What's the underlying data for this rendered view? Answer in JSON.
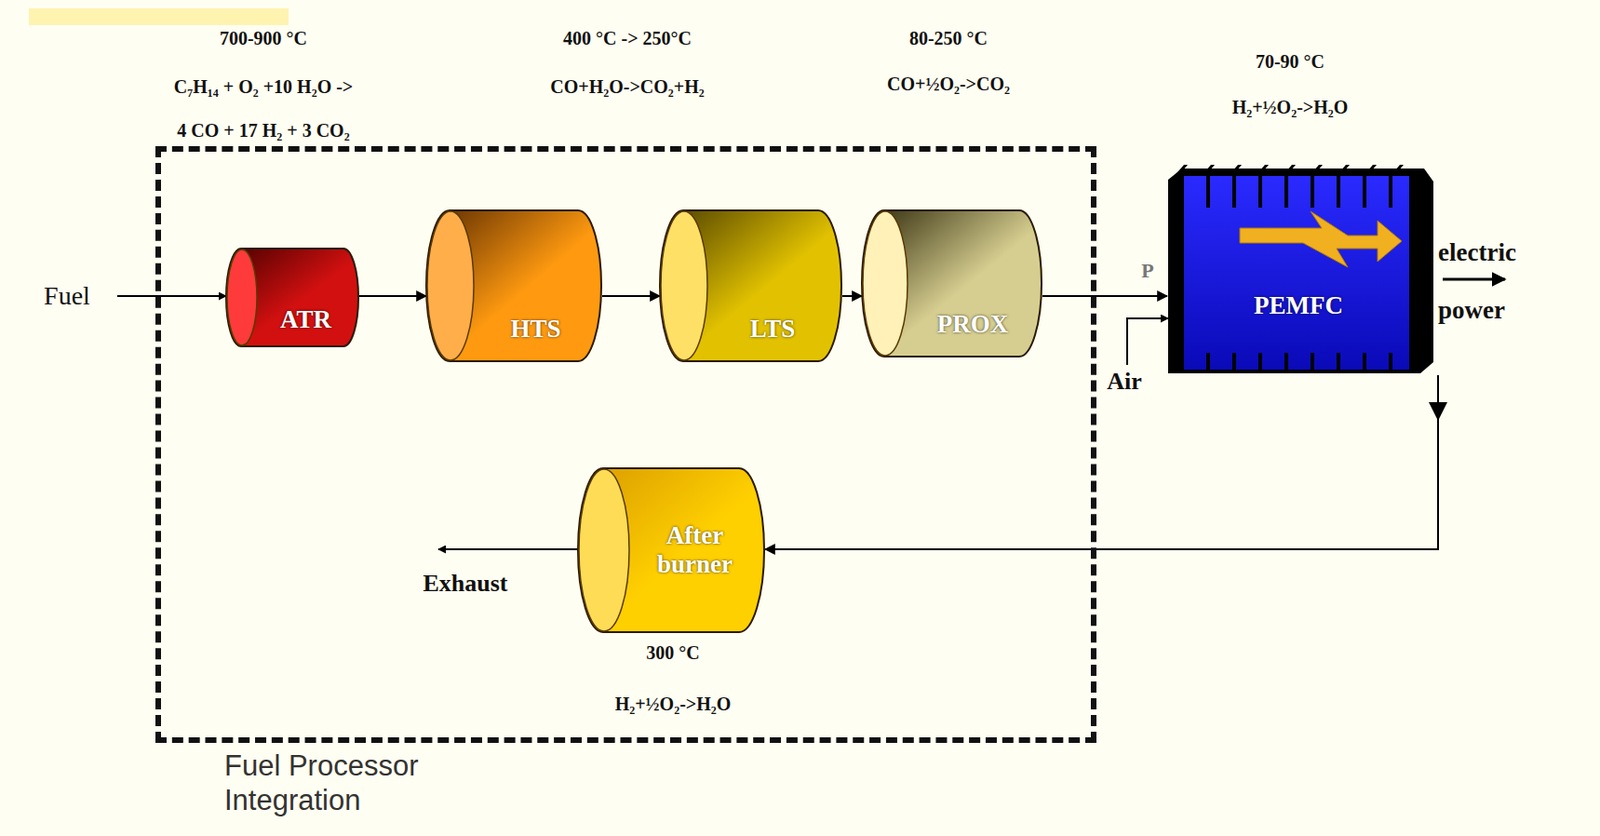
{
  "diagram": {
    "nodes": [
      {
        "text": [
          "Fuel Processor Integration"
        ]
      },
      {
        "text": [
          "ATR"
        ],
        "in": 0
      },
      {
        "text": [
          "HTS"
        ],
        "in": 0
      },
      {
        "text": [
          "LTS"
        ],
        "in": 0
      },
      {
        "text": [
          "PROX"
        ],
        "in": 0
      },
      {
        "text": [
          "PEMFC"
        ]
      },
      {
        "text": [
          "After burner"
        ],
        "in": 0
      }
    ],
    "edges": [
      {
        "from": 1,
        "to": 2,
        "arrow": "to"
      },
      {
        "from": 2,
        "to": 3,
        "arrow": "to"
      },
      {
        "from": 3,
        "to": 4,
        "arrow": "to"
      },
      {
        "from": 4,
        "to": 5,
        "arrow": "to"
      },
      {
        "from": 5,
        "to": 6,
        "arrow": "to"
      }
    ],
    "labels": [
      "700-900 °C",
      "C₇H₁₄ + O₂ +10 H₂O ->",
      "4 CO + 17 H₂ + 3 CO₂",
      "400 °C -> 250°C",
      "CO+H₂O->CO₂+H₂",
      "80-250 °C",
      "CO+½O₂->CO₂",
      "70-90 °C",
      "H₂+½O₂->H₂O",
      "Fuel",
      "P",
      "Air",
      "electric power",
      "300 °C",
      "H₂+½O₂->H₂O",
      "Exhaust"
    ]
  }
}
